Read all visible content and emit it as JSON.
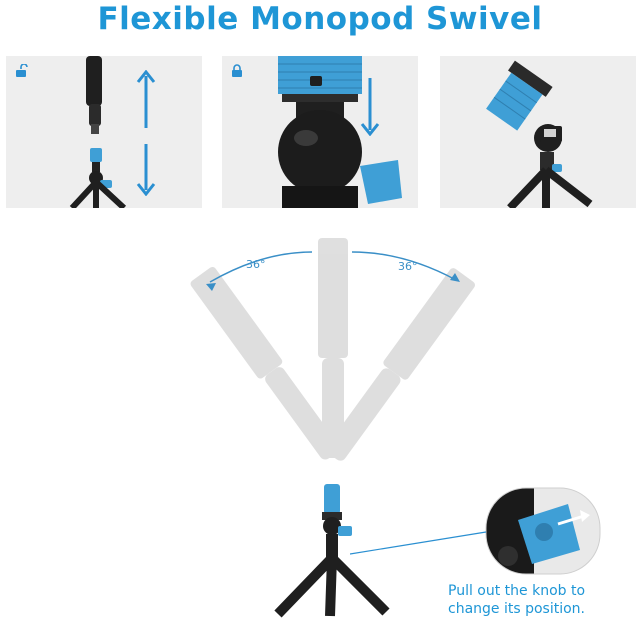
{
  "title": "Flexible Monopod Swivel",
  "angles": {
    "left": "36°",
    "right": "36°"
  },
  "caption": {
    "line1": "Pull out the knob to",
    "line2": "change its position."
  },
  "colors": {
    "accent": "#1e96d6",
    "arrow": "#2a8fd1",
    "metal": "#1f1f1f",
    "blue_part": "#3f9fd6",
    "ghost": "#c8c8c8"
  }
}
